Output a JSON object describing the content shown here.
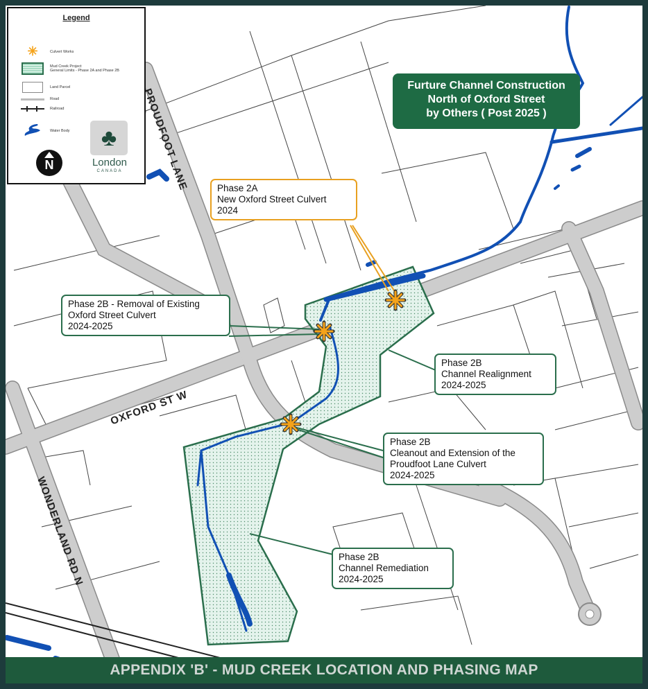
{
  "legend": {
    "title": "Legend",
    "items": [
      {
        "icon": "culvert-works-icon",
        "label": "Culvert Works"
      },
      {
        "icon": "project-limits-icon",
        "label": "Mud Creek Project",
        "label2": "General Limits - Phase 2A and Phase 2B"
      },
      {
        "icon": "land-parcel-icon",
        "label": "Land Parcel"
      },
      {
        "icon": "road-icon",
        "label": "Road"
      },
      {
        "icon": "railroad-icon",
        "label": "Railroad"
      },
      {
        "icon": "water-body-icon",
        "label": "Water Body"
      }
    ],
    "logo_text": "London",
    "logo_subtext": "CANADA",
    "north_label": "N"
  },
  "roads": {
    "oxford": "OXFORD ST W",
    "proudfoot": "PROUDFOOT LANE",
    "wonderland": "WONDERLAND RD N"
  },
  "future_box": {
    "line1": "Furture Channel Construction",
    "line2": "North of Oxford Street",
    "line3": "by Others ( Post 2025 )"
  },
  "callouts": [
    {
      "lines": [
        "Phase 2A",
        "New Oxford Street Culvert",
        "2024"
      ]
    },
    {
      "lines": [
        "Phase 2B - Removal of Existing",
        "Oxford Street Culvert",
        "2024-2025"
      ]
    },
    {
      "lines": [
        "Phase 2B",
        "Channel Realignment",
        "2024-2025"
      ]
    },
    {
      "lines": [
        "Phase 2B",
        "Cleanout and Extension of the",
        "Proudfoot Lane Culvert",
        "2024-2025"
      ]
    },
    {
      "lines": [
        "Phase 2B",
        "Channel Remediation",
        "2024-2025"
      ]
    }
  ],
  "banner": "APPENDIX 'B' - MUD CREEK  LOCATION AND PHASING MAP",
  "colors": {
    "project_green": "#2a6e4c",
    "water": "#1150b4",
    "culvert": "#f5a31a",
    "road": "#c9c9c9",
    "banner": "#1e5a3c"
  }
}
